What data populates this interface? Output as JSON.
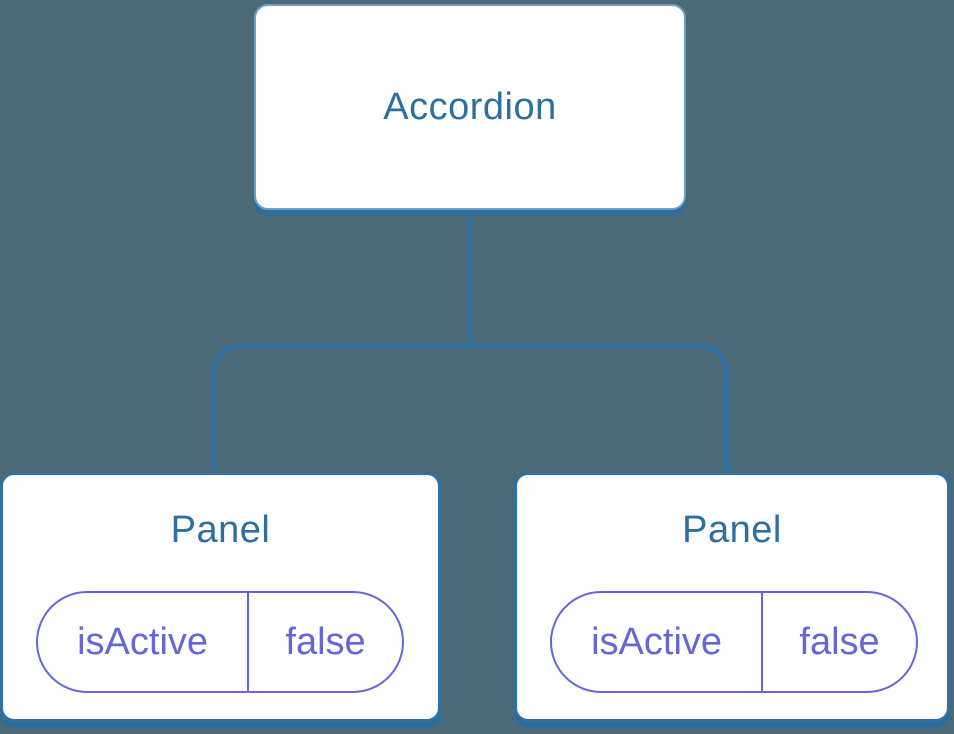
{
  "colors": {
    "background": "#4c6a75",
    "connector": "#2e71a2",
    "node_fill": "#ffffff",
    "node_title_text": "#2e6f9e",
    "accordion_border": "#6fa0c4",
    "panel_border": "#2e71a2",
    "prop_accent": "#6566d9"
  },
  "tree": {
    "root": {
      "label": "Accordion"
    },
    "children": [
      {
        "label": "Panel",
        "prop": {
          "name": "isActive",
          "value": "false"
        }
      },
      {
        "label": "Panel",
        "prop": {
          "name": "isActive",
          "value": "false"
        }
      }
    ]
  }
}
